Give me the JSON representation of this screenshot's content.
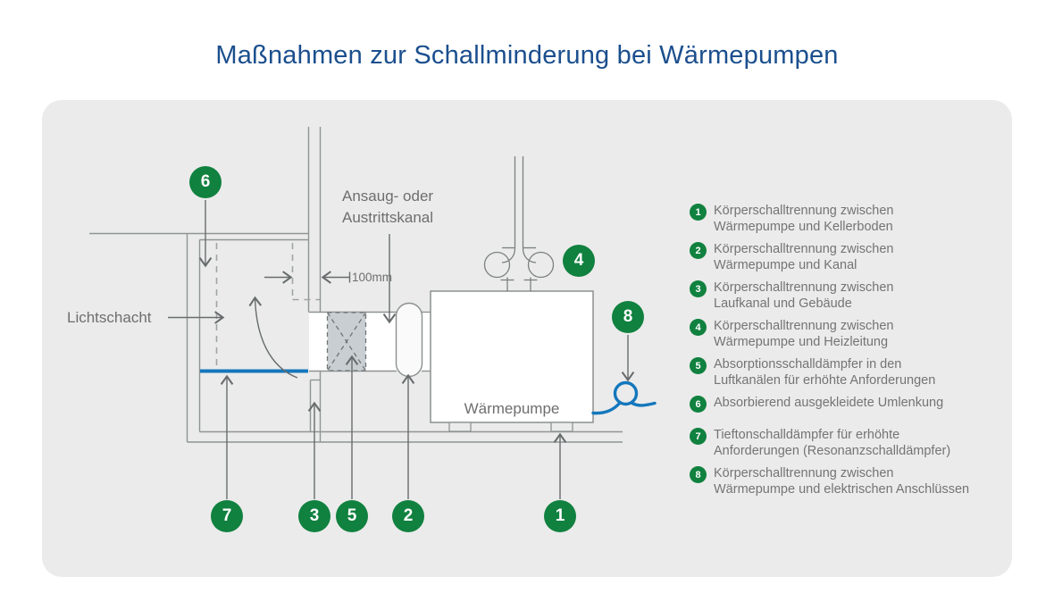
{
  "title": "Maßnahmen zur Schallminderung bei Wärmepumpen",
  "colors": {
    "accent_green": "#10813f",
    "accent_blue": "#1377bd",
    "title_blue": "#1b4f8e",
    "card_background": "#ebebeb"
  },
  "diagram": {
    "labels": {
      "lichtschacht": "Lichtschacht",
      "duct_line1": "Ansaug- oder",
      "duct_line2": "Austrittskanal",
      "dimension": "100mm",
      "heat_pump": "Wärmepumpe"
    },
    "markers": [
      {
        "number": "6"
      },
      {
        "number": "4"
      },
      {
        "number": "8"
      },
      {
        "number": "7"
      },
      {
        "number": "3"
      },
      {
        "number": "5"
      },
      {
        "number": "2"
      },
      {
        "number": "1"
      }
    ]
  },
  "legend": {
    "items": [
      {
        "number": "1",
        "line1": "Körperschalltrennung zwischen",
        "line2": "Wärmepumpe und Kellerboden"
      },
      {
        "number": "2",
        "line1": "Körperschalltrennung zwischen",
        "line2": "Wärmepumpe und Kanal"
      },
      {
        "number": "3",
        "line1": "Körperschalltrennung zwischen",
        "line2": "Laufkanal und Gebäude"
      },
      {
        "number": "4",
        "line1": "Körperschalltrennung zwischen",
        "line2": "Wärmepumpe und Heizleitung"
      },
      {
        "number": "5",
        "line1": "Absorptionsschalldämpfer in den",
        "line2": "Luftkanälen für erhöhte Anforderungen"
      },
      {
        "number": "6",
        "line1": "Absorbierend ausgekleidete Umlenkung",
        "line2": ""
      },
      {
        "number": "7",
        "line1": "Tieftonschalldämpfer für erhöhte",
        "line2": "Anforderungen (Resonanzschalldämpfer)"
      },
      {
        "number": "8",
        "line1": "Körperschalltrennung zwischen",
        "line2": "Wärmepumpe und elektrischen Anschlüssen"
      }
    ]
  }
}
